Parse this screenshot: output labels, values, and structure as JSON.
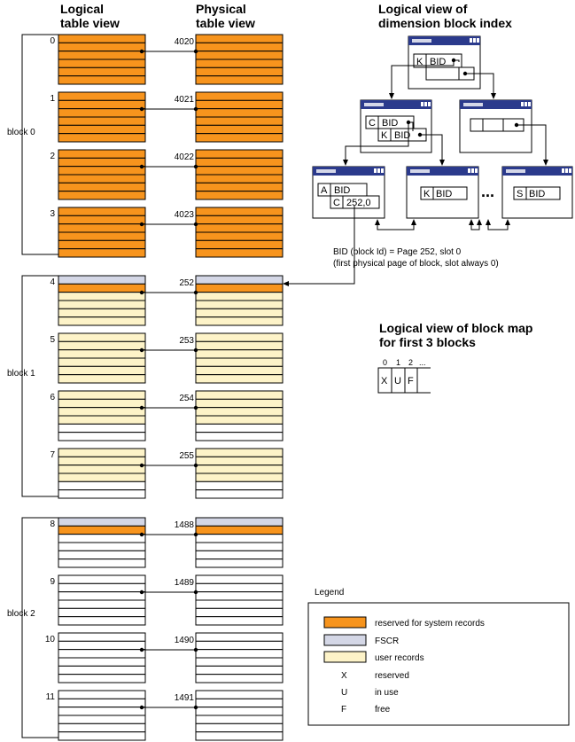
{
  "headers": {
    "logical": [
      "Logical",
      "table view"
    ],
    "physical": [
      "Physical",
      "table view"
    ],
    "index": [
      "Logical view of",
      "dimension block index"
    ],
    "blockmap": [
      "Logical view of block map",
      "for first 3 blocks"
    ]
  },
  "blocks": [
    {
      "label": "block 0",
      "pages": [
        {
          "logical": "0",
          "physical": "4020",
          "fill": "reserved"
        },
        {
          "logical": "1",
          "physical": "4021",
          "fill": "reserved"
        },
        {
          "logical": "2",
          "physical": "4022",
          "fill": "reserved"
        },
        {
          "logical": "3",
          "physical": "4023",
          "fill": "reserved"
        }
      ]
    },
    {
      "label": "block 1",
      "pages": [
        {
          "logical": "4",
          "physical": "252",
          "fill": "fscr-user"
        },
        {
          "logical": "5",
          "physical": "253",
          "fill": "user"
        },
        {
          "logical": "6",
          "physical": "254",
          "fill": "user-partial"
        },
        {
          "logical": "7",
          "physical": "255",
          "fill": "user-partial"
        }
      ]
    },
    {
      "label": "block 2",
      "pages": [
        {
          "logical": "8",
          "physical": "1488",
          "fill": "fscr-empty"
        },
        {
          "logical": "9",
          "physical": "1489",
          "fill": "empty"
        },
        {
          "logical": "10",
          "physical": "1490",
          "fill": "empty"
        },
        {
          "logical": "11",
          "physical": "1491",
          "fill": "empty"
        }
      ]
    }
  ],
  "index": {
    "root": [
      "K",
      "BID"
    ],
    "left": [
      [
        "C",
        "BID"
      ],
      [
        "K",
        "BID"
      ]
    ],
    "leaf1": [
      [
        "A",
        "BID"
      ],
      [
        "C",
        "252,0"
      ]
    ],
    "leaf2": [
      "K",
      "BID"
    ],
    "leaf3": [
      "S",
      "BID"
    ],
    "ellipsis": "..."
  },
  "bid_note": [
    "BID (block Id) = Page 252, slot 0",
    "(first physical page of block, slot always 0)"
  ],
  "blockmap": {
    "indices": [
      "0",
      "1",
      "2",
      "..."
    ],
    "cells": [
      "X",
      "U",
      "F"
    ]
  },
  "legend": {
    "title": "Legend",
    "swatches": [
      {
        "label": "reserved for system records",
        "color": "#f7941d"
      },
      {
        "label": "FSCR",
        "color": "#d4d7e6"
      },
      {
        "label": "user records",
        "color": "#fdf3c8"
      }
    ],
    "codes": [
      {
        "code": "X",
        "label": "reserved"
      },
      {
        "code": "U",
        "label": "in use"
      },
      {
        "code": "F",
        "label": "free"
      }
    ]
  },
  "colors": {
    "reserved": "#f7941d",
    "fscr": "#d4d7e6",
    "user": "#fdf3c8",
    "window_bar": "#2b3a8c"
  }
}
